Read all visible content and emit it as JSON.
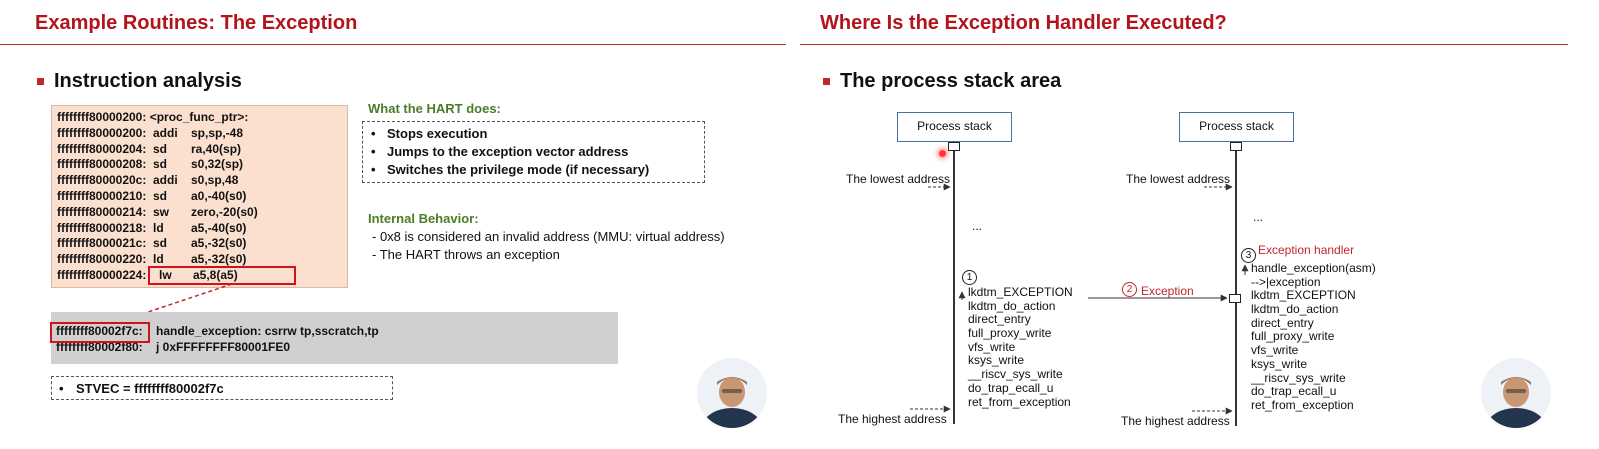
{
  "left_slide": {
    "title": "Example Routines: The Exception",
    "section": "Instruction analysis",
    "asm_header": "ffffffff80000200: <proc_func_ptr>:",
    "asm_lines": [
      {
        "addr": "ffffffff80000200:",
        "op": "addi",
        "args": "sp,sp,-48"
      },
      {
        "addr": "ffffffff80000204:",
        "op": "sd",
        "args": "ra,40(sp)"
      },
      {
        "addr": "ffffffff80000208:",
        "op": "sd",
        "args": "s0,32(sp)"
      },
      {
        "addr": "ffffffff8000020c:",
        "op": "addi",
        "args": "s0,sp,48"
      },
      {
        "addr": "ffffffff80000210:",
        "op": "sd",
        "args": "a0,-40(s0)"
      },
      {
        "addr": "ffffffff80000214:",
        "op": "sw",
        "args": "zero,-20(s0)"
      },
      {
        "addr": "ffffffff80000218:",
        "op": "ld",
        "args": "a5,-40(s0)"
      },
      {
        "addr": "ffffffff8000021c:",
        "op": "sd",
        "args": "a5,-32(s0)"
      },
      {
        "addr": "ffffffff80000220:",
        "op": "ld",
        "args": "a5,-32(s0)"
      }
    ],
    "asm_last": {
      "addr": "ffffffff80000224:",
      "op": "lw",
      "args": "a5,8(a5)"
    },
    "handler_lines": [
      {
        "addr": "ffffffff80002f7c:",
        "text": "handle_exception:   csrrw     tp,sscratch,tp"
      },
      {
        "addr": "ffffffff80002f80:",
        "text": "j         0xFFFFFFFF80001FE0"
      }
    ],
    "stvec": "STVEC = ffffffff80002f7c",
    "hart_heading": "What the HART does:",
    "hart_items": [
      "Stops execution",
      "Jumps to the exception vector address",
      "Switches the privilege mode (if necessary)"
    ],
    "internal_heading": "Internal Behavior:",
    "internal_items": [
      "- 0x8 is considered an invalid address (MMU: virtual address)",
      "- The HART throws an exception"
    ],
    "bullet_glyph": "•"
  },
  "right_slide": {
    "title": "Where Is the Exception Handler Executed?",
    "section": "The process stack area",
    "stack_label": "Process stack",
    "lowest": "The lowest address",
    "highest": "The highest address",
    "ellipsis": "...",
    "left_diagram": {
      "marker": "1",
      "frames": [
        "lkdtm_EXCEPTION",
        "lkdtm_do_action",
        "direct_entry",
        "full_proxy_write",
        "vfs_write",
        "ksys_write",
        "__riscv_sys_write",
        "do_trap_ecall_u",
        "ret_from_exception"
      ]
    },
    "exception_marker": "2",
    "exception_label": "Exception",
    "right_diagram": {
      "marker": "3",
      "handler_label": "Exception handler",
      "frames": [
        "handle_exception(asm)",
        "-->|exception",
        "lkdtm_EXCEPTION",
        "lkdtm_do_action",
        "direct_entry",
        "full_proxy_write",
        "vfs_write",
        "ksys_write",
        "__riscv_sys_write",
        "do_trap_ecall_u",
        "ret_from_exception"
      ]
    }
  },
  "icons": [
    "presenter-avatar",
    "laser-pointer",
    "arrow-up-icon"
  ],
  "colors": {
    "title_red": "#b3141b",
    "accent_red": "#c0262d",
    "heading_green": "#4a7d2a",
    "asm_bg": "#fbe0cf",
    "handler_bg": "#d0d0d0"
  }
}
